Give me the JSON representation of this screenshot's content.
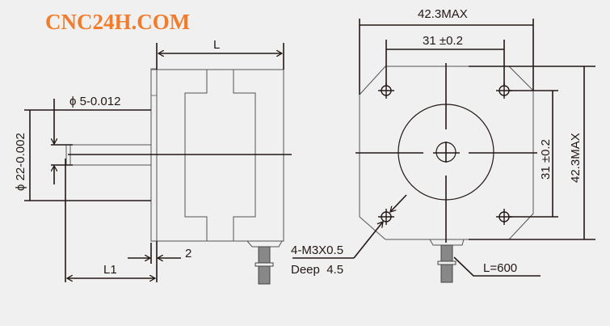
{
  "logo": {
    "text": "CNC24H.COM",
    "color": "#f07c2c"
  },
  "colors": {
    "background": "#f0f0f0",
    "line": "#231815",
    "outline": "#555555"
  },
  "side_view": {
    "dim_length": "L",
    "dim_shaft_diameter": "ϕ 5-0.012",
    "dim_boss_diameter": "ϕ 22-0.002",
    "dim_shaft_length": "L1",
    "dim_boss_height": "2"
  },
  "front_view": {
    "dim_width_max": "42.3MAX",
    "dim_hole_spacing_h": "31 ±0.2",
    "dim_hole_spacing_v": "31 ±0.2",
    "dim_height_max": "42.3MAX",
    "hole_callout_line1": "4-M3X0.5",
    "hole_callout_line2": "Deep  4.5",
    "cable_length": "L=600"
  }
}
